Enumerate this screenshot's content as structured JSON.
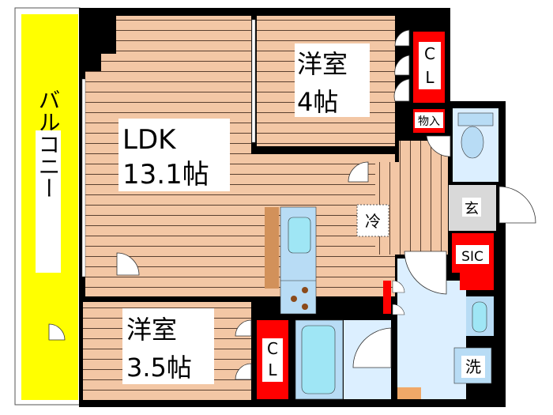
{
  "rooms": {
    "balcony": {
      "label": "バルコニー"
    },
    "ldk": {
      "name": "LDK",
      "size": "13.1帖"
    },
    "bedroom_a": {
      "name": "洋室",
      "size": "4帖"
    },
    "bedroom_b": {
      "name": "洋室",
      "size": "3.5帖"
    },
    "closet_a": {
      "label_c": "C",
      "label_l": "L"
    },
    "closet_b": {
      "label_c": "C",
      "label_l": "L"
    },
    "storage": {
      "label": "物入"
    },
    "entrance": {
      "label": "玄"
    },
    "fridge": {
      "label": "冷"
    },
    "shoe_closet": {
      "label": "SIC"
    },
    "washer": {
      "label": "洗"
    }
  },
  "colors": {
    "balcony": "#ffff00",
    "wood_floor": "#f3c7a5",
    "wall": "#000000",
    "closet": "#ff0000",
    "wet_area": "#dcefff",
    "fixture": "#9fe6f5",
    "entrance": "#d9d9d9"
  }
}
